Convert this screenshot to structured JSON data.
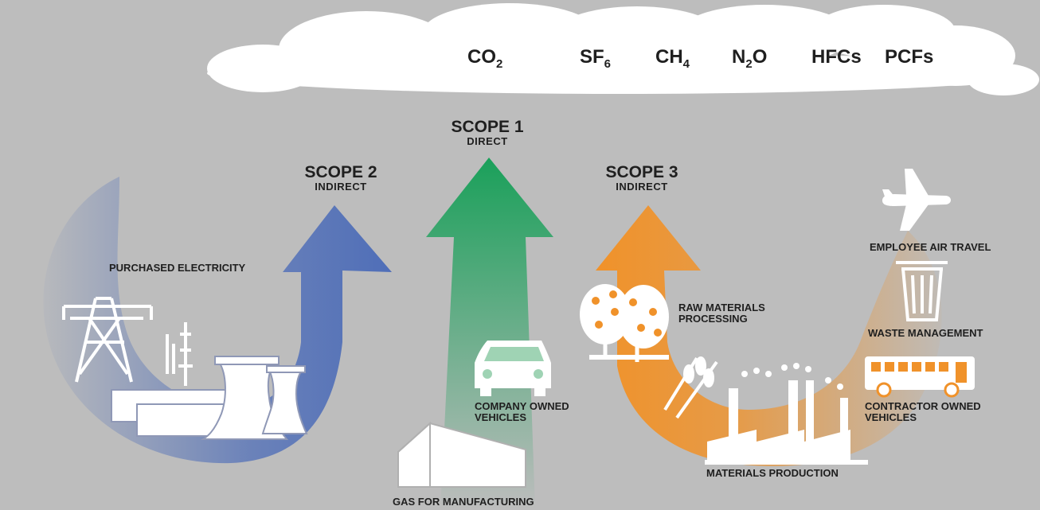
{
  "gases": [
    {
      "base": "CO",
      "sub": "2",
      "tail": ""
    },
    {
      "base": "SF",
      "sub": "6",
      "tail": ""
    },
    {
      "base": "CH",
      "sub": "4",
      "tail": ""
    },
    {
      "base": "N",
      "sub": "2",
      "tail": "O"
    },
    {
      "base": "HFCs",
      "sub": "",
      "tail": ""
    },
    {
      "base": "PCFs",
      "sub": "",
      "tail": ""
    }
  ],
  "scope1": {
    "title": "SCOPE 1",
    "subtitle": "DIRECT",
    "color": "#1aa05a"
  },
  "scope2": {
    "title": "SCOPE 2",
    "subtitle": "INDIRECT",
    "color": "#4f6eb8"
  },
  "scope3": {
    "title": "SCOPE 3",
    "subtitle": "INDIRECT",
    "color": "#f0922a"
  },
  "labels": {
    "purchased_electricity": "PURCHASED ELECTRICITY",
    "company_vehicles": [
      "COMPANY OWNED",
      "VEHICLES"
    ],
    "gas_manufacturing": "GAS FOR MANUFACTURING",
    "raw_materials": [
      "RAW MATERIALS",
      "PROCESSING"
    ],
    "materials_production": "MATERIALS PRODUCTION",
    "employee_air_travel": "EMPLOYEE AIR TRAVEL",
    "waste_management": "WASTE MANAGEMENT",
    "contractor_vehicles": [
      "CONTRACTOR OWNED",
      "VEHICLES"
    ]
  }
}
